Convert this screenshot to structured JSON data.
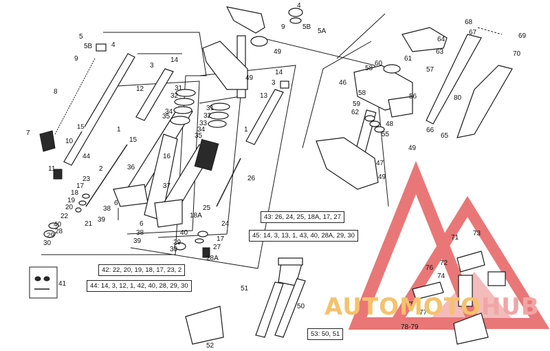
{
  "labels": {
    "p1": "1",
    "p1b": "1",
    "p2": "2",
    "p3": "3",
    "p3b": "3",
    "p4": "4",
    "p4b": "4",
    "p5": "5",
    "p5b": "5B",
    "p5c": "5B",
    "p5a": "5A",
    "p6": "6",
    "p6b": "6",
    "p7": "7",
    "p8": "8",
    "p9": "9",
    "p9b": "9",
    "p10": "10",
    "p11": "11",
    "p12": "12",
    "p13": "13",
    "p14": "14",
    "p14b": "14",
    "p15": "15",
    "p16": "16",
    "p17": "17",
    "p17b": "17",
    "p18": "18",
    "p18a": "18A",
    "p19": "19",
    "p20": "20",
    "p21": "21",
    "p22": "22",
    "p23": "23",
    "p24": "24",
    "p25": "25",
    "p26": "26",
    "p27": "27",
    "p28": "28",
    "p28a": "28A",
    "p29": "29",
    "p29b": "29",
    "p30": "30",
    "p30b": "30",
    "p31": "31",
    "p31b": "31",
    "p32": "32",
    "p32b": "32",
    "p33": "33",
    "p34": "34",
    "p34b": "34",
    "p35": "35",
    "p35b": "35",
    "p36": "36",
    "p37": "37",
    "p38": "38",
    "p38b": "38",
    "p39": "39",
    "p39b": "39",
    "p40": "40",
    "p40b": "40",
    "p41": "41",
    "p44": "44",
    "p46": "46",
    "p47": "47",
    "p48": "48",
    "p49": "49",
    "p49b": "49",
    "p49c": "49",
    "p49d": "49",
    "p50": "50",
    "p51": "51",
    "p52": "52",
    "p55": "55",
    "p56": "56",
    "p57": "57",
    "p58": "58",
    "p58b": "58",
    "p59": "59",
    "p60": "60",
    "p61": "61",
    "p62": "62",
    "p63": "63",
    "p64": "64",
    "p65": "65",
    "p66": "66",
    "p67": "67",
    "p68": "68",
    "p69": "69",
    "p70": "70",
    "p71": "71",
    "p72": "72",
    "p73": "73",
    "p74": "74",
    "p75": "75",
    "p76": "76",
    "p77": "77",
    "p78": "78-79",
    "p80": "80"
  },
  "boxes": {
    "b43": "43: 26, 24, 25, 18A, 17, 27",
    "b45": "45: 14, 3, 13, 1, 43, 40, 28A, 29, 30",
    "b42": "42: 22, 20, 19, 18, 17, 23, 2",
    "b44": "44: 14, 3, 12, 1, 42, 40, 28, 29, 30",
    "b53": "53: 50, 51"
  },
  "watermark": {
    "part1": "AUTOMOTO",
    "part2": "HUB"
  },
  "colors": {
    "watermark_red": "#e24a4a",
    "watermark_orange": "#f5c26b",
    "watermark_pink": "#f0a6a6"
  }
}
